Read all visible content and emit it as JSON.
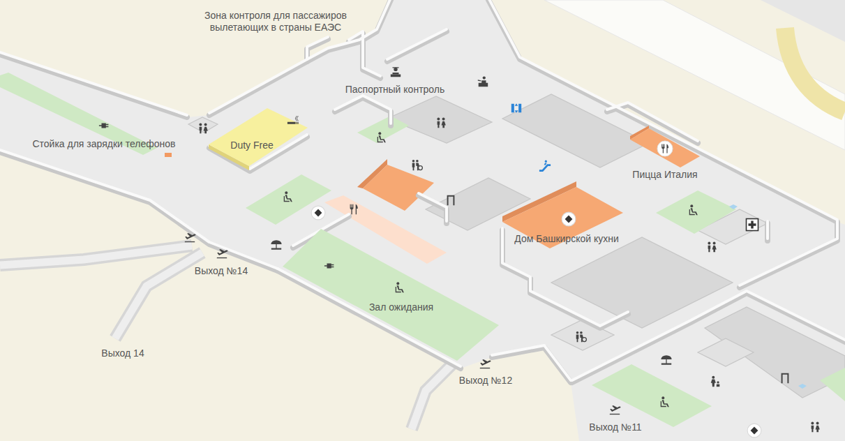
{
  "diagram": {
    "nodes": [
      {
        "text": [
          "Duty Free"
        ]
      },
      {
        "text": [
          "Пицца Италия"
        ]
      },
      {
        "text": [
          "Дом Башкирской кухни"
        ]
      },
      {
        "text": [
          "Зал ожидания"
        ]
      }
    ],
    "labels": [
      "Зона контроля для пассажиров вылетающих в страны ЕАЭС",
      "Паспортный контроль",
      "Стойка для зарядки телефонов",
      "Выход №14",
      "Выход 14",
      "Выход №12",
      "Выход №11"
    ]
  }
}
